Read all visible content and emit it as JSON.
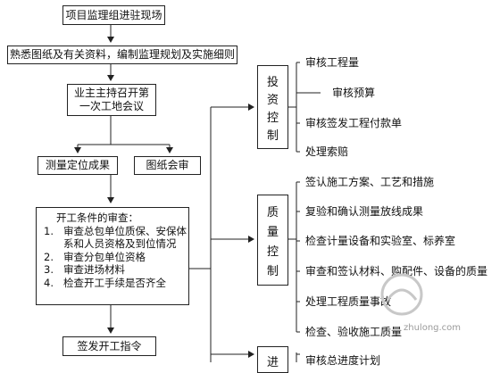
{
  "flow": {
    "step1": "项目监理组进驻现场",
    "step2": "熟悉图纸及有关资料，编制监理规划及实施细则",
    "step3_line1": "业主主持召开第",
    "step3_line2": "一次工地会议",
    "step4a": "测量定位成果",
    "step4b": "图纸会审",
    "conditions": {
      "title": "开工条件的审查：",
      "items": [
        {
          "num": "1.",
          "lines": [
            "审查总包单位质保、安保体",
            "系和人员资格及到位情况"
          ]
        },
        {
          "num": "2.",
          "lines": [
            "审查分包单位资格"
          ]
        },
        {
          "num": "3.",
          "lines": [
            "审查进场材料"
          ]
        },
        {
          "num": "4.",
          "lines": [
            "检查开工手续是否齐全"
          ]
        }
      ]
    },
    "step6": "签发开工指令"
  },
  "groups": {
    "investment": {
      "chars": [
        "投",
        "资",
        "控",
        "制"
      ],
      "items": [
        "审核工程量",
        "审核预算",
        "审核签发工程付款单",
        "处理索赔"
      ]
    },
    "quality": {
      "chars": [
        "质",
        "量",
        "控",
        "制"
      ],
      "items": [
        "签认施工方案、工艺和措施",
        "复验和确认测量放线成果",
        "检查计量设备和实验室、标养室",
        "审查和签认材料、购配件、设备的质量",
        "处理工程质量事故",
        "检查、验收施工质量"
      ]
    },
    "schedule": {
      "chars": [
        "进"
      ],
      "items": [
        "审核总进度计划"
      ]
    }
  },
  "watermark": "zhulong.com"
}
